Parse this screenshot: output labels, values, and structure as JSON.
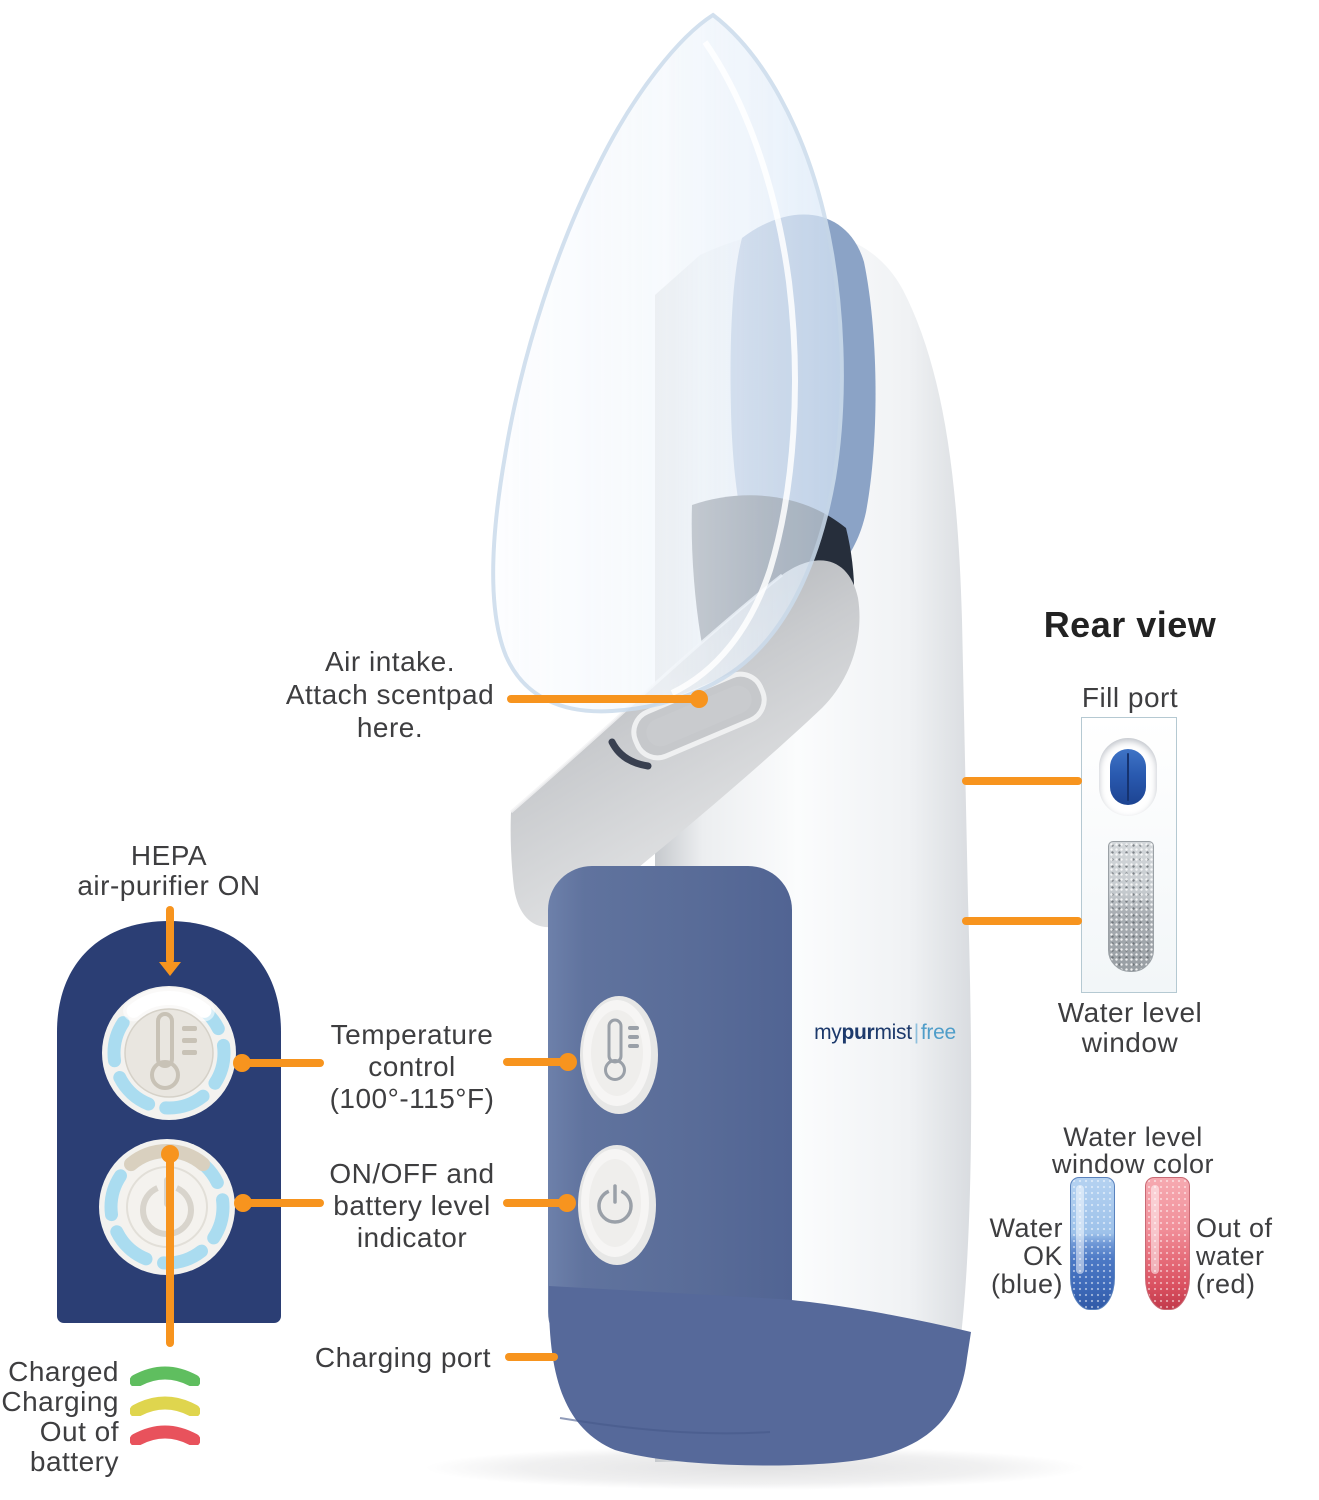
{
  "annotations": {
    "air_intake": {
      "line1": "Air intake.",
      "line2": "Attach scentpad",
      "line3": "here."
    },
    "hepa": {
      "line1": "HEPA",
      "line2": "air-purifier ON"
    },
    "temperature_control": {
      "line1": "Temperature",
      "line2": "control",
      "line3": "(100°-115°F)"
    },
    "on_off": {
      "line1": "ON/OFF and",
      "line2": "battery level",
      "line3": "indicator"
    },
    "charging_port": {
      "label": "Charging port"
    },
    "battery_legend": {
      "charged": "Charged",
      "charging": "Charging",
      "out_line1": "Out of",
      "out_line2": "battery"
    }
  },
  "rear_view": {
    "title": "Rear view",
    "fill_port_label": "Fill port",
    "water_level_window": {
      "line1": "Water level",
      "line2": "window"
    },
    "window_color": {
      "title_line1": "Water level",
      "title_line2": "window color",
      "water_ok": {
        "line1": "Water",
        "line2": "OK",
        "line3": "(blue)"
      },
      "out_of_water": {
        "line1": "Out of",
        "line2": "water",
        "line3": "(red)"
      }
    }
  },
  "device": {
    "brand": {
      "prefix": "my",
      "bold": "pur",
      "suffix": "mist",
      "divider": "|",
      "variant": "free"
    }
  },
  "colors": {
    "accent_orange": "#F7941E",
    "panel_navy": "#2B3E74",
    "device_slate_blue": "#5A6D98",
    "ring_cyan": "#AADCF0",
    "charged_green": "#5FBE5F",
    "charging_yellow": "#DFD54E",
    "out_of_battery_red": "#E8525C",
    "fill_port_blue": "#2A5AB0",
    "water_ok_blue": "#4C79C5",
    "out_of_water_red": "#E05663"
  }
}
